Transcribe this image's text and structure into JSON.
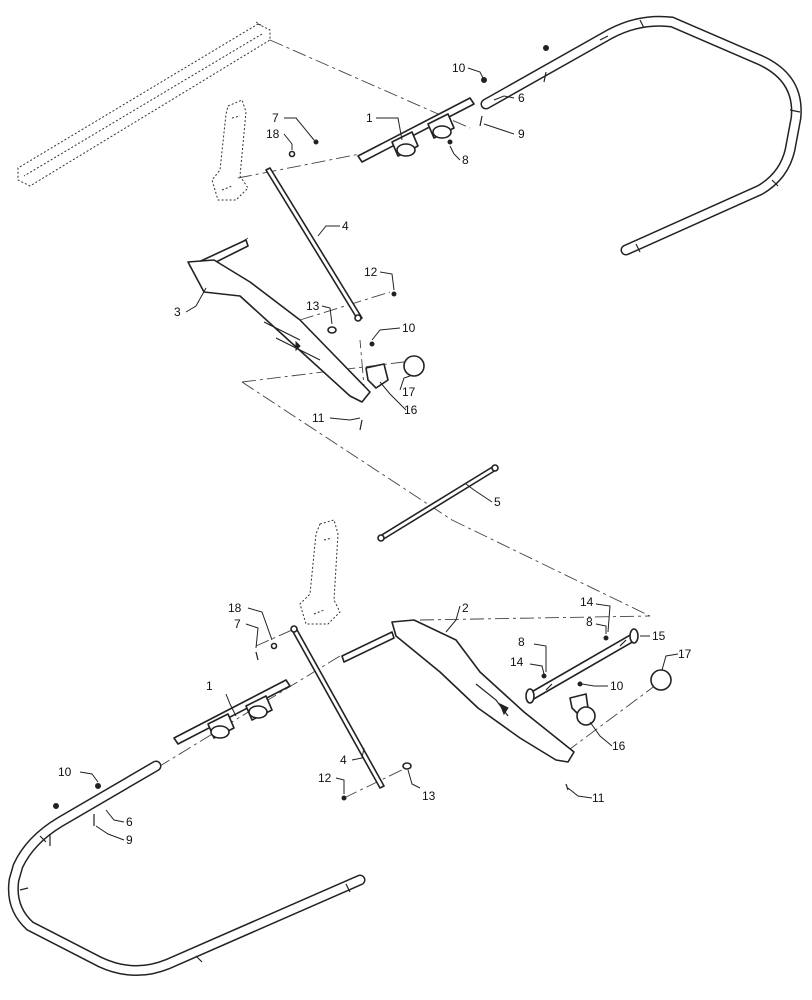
{
  "callouts": {
    "top_10": "10",
    "top_6": "6",
    "top_9": "9",
    "top_1": "1",
    "top_8": "8",
    "top_7": "7",
    "top_18": "18",
    "top_4": "4",
    "top_3": "3",
    "top_12": "12",
    "top_13": "13",
    "top_10b": "10",
    "top_17": "17",
    "top_16": "16",
    "top_11": "11",
    "mid_5": "5",
    "bot_2": "2",
    "bot_14a": "14",
    "bot_8a": "8",
    "bot_15": "15",
    "bot_8b": "8",
    "bot_14b": "14",
    "bot_17": "17",
    "bot_10a": "10",
    "bot_16": "16",
    "bot_18": "18",
    "bot_7": "7",
    "bot_1": "1",
    "bot_4": "4",
    "bot_12": "12",
    "bot_13": "13",
    "bot_11": "11",
    "bot_10b": "10",
    "bot_6": "6",
    "bot_9": "9"
  }
}
